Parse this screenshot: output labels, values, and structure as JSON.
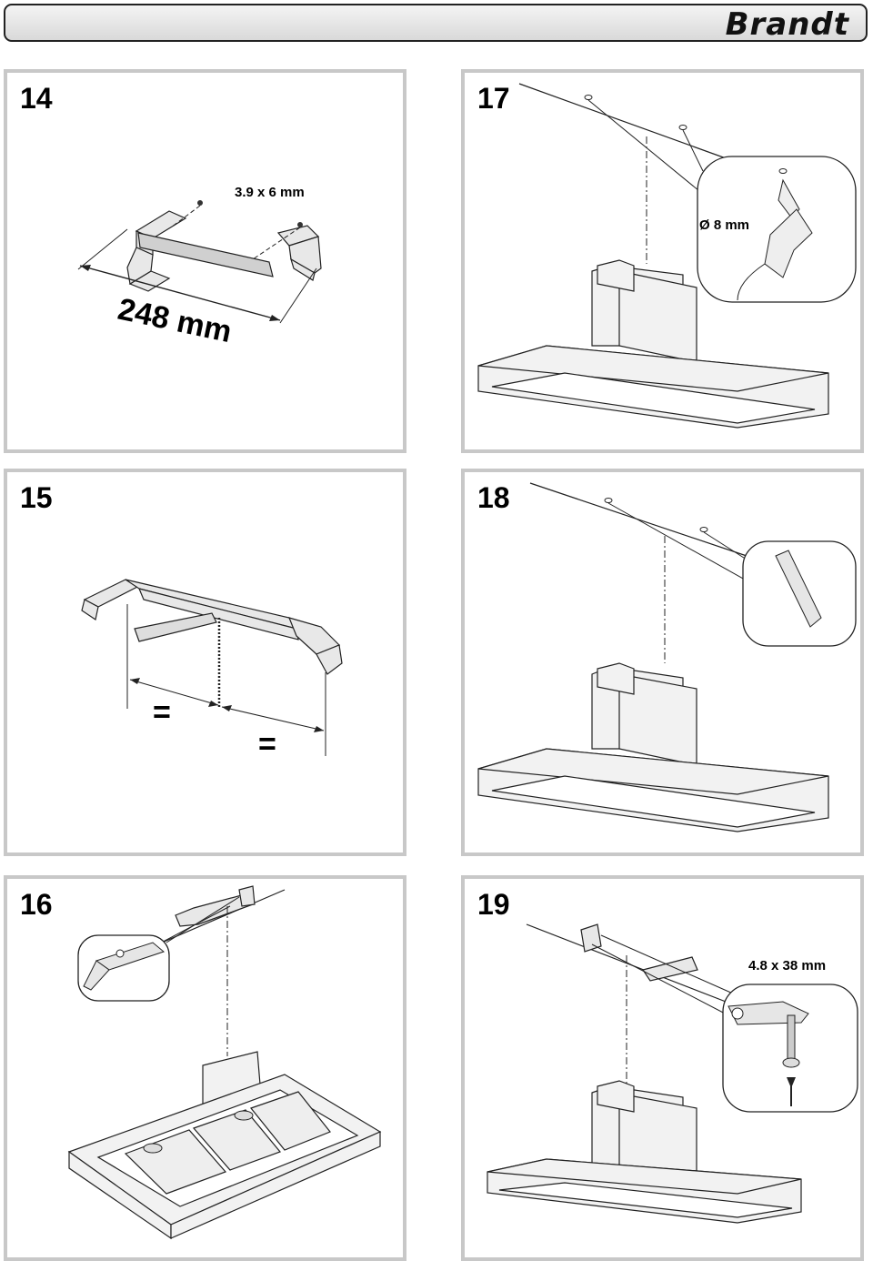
{
  "header": {
    "brand": "Brandt"
  },
  "panels": [
    {
      "number": "14",
      "dimension_label": "248 mm",
      "screw_label": "3.9 x 6 mm"
    },
    {
      "number": "17",
      "drill_label": "Ø 8 mm"
    },
    {
      "number": "15",
      "equal_left": "=",
      "equal_right": "="
    },
    {
      "number": "18"
    },
    {
      "number": "16"
    },
    {
      "number": "19",
      "screw_label": "4.8 x 38 mm"
    }
  ],
  "colors": {
    "panel_border": "#c8c8c8",
    "header_bg": "#e4e4e4",
    "line": "#222222"
  }
}
